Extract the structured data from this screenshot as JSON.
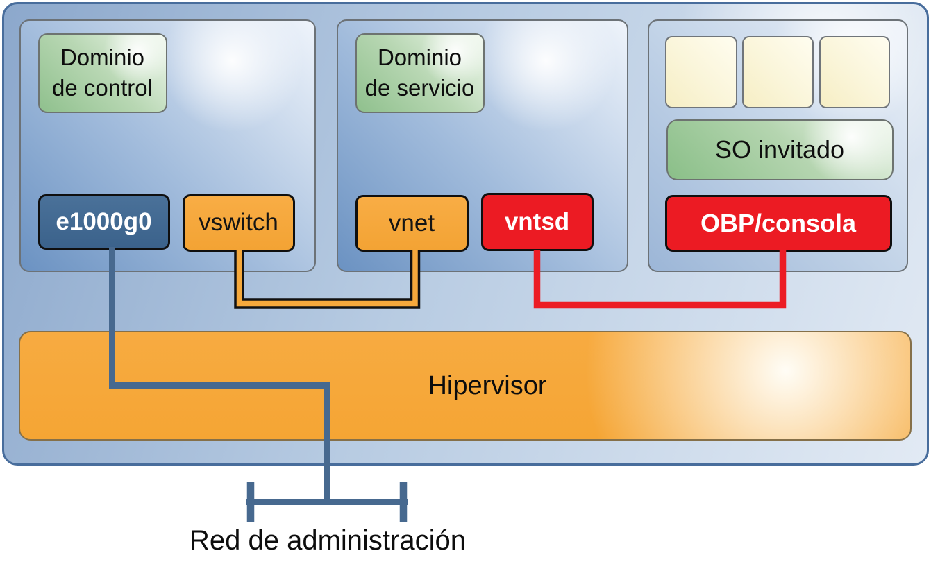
{
  "labels": {
    "control_domain_line1": "Dominio",
    "control_domain_line2": "de control",
    "service_domain_line1": "Dominio",
    "service_domain_line2": "de servicio",
    "guest_os": "SO invitado",
    "e1000g0": "e1000g0",
    "vswitch": "vswitch",
    "vnet": "vnet",
    "vntsd": "vntsd",
    "obp_console": "OBP/consola",
    "hypervisor": "Hipervisor",
    "management_network": "Red de administración"
  },
  "structure": {
    "domains": [
      {
        "name": "Dominio de control",
        "components": [
          "e1000g0",
          "vswitch"
        ]
      },
      {
        "name": "Dominio de servicio",
        "components": [
          "vnet",
          "vntsd"
        ]
      },
      {
        "name": "SO invitado",
        "components": [
          "OBP/consola"
        ],
        "placeholder_squares": 3
      }
    ],
    "connections": [
      {
        "from": "e1000g0",
        "to": "Red de administración",
        "style": "steel-blue line through hypervisor to network bus"
      },
      {
        "from": "vswitch",
        "to": "vnet",
        "style": "orange line with black casing, U-shape below domains"
      },
      {
        "from": "vntsd",
        "to": "OBP/consola",
        "style": "red line, U-shape below domains"
      }
    ]
  },
  "colors": {
    "outer_fill_dark": "#8ca8cc",
    "outer_fill_light": "#e2eaf4",
    "outer_border": "#486d9c",
    "domain_fill_dark": "#6b92c2",
    "domain_fill_light": "#eff4fb",
    "green_fill": "#8fc08d",
    "yellow_fill": "#faf5d9",
    "orange": "#f6a93c",
    "red": "#ec1c24",
    "steel_blue_box": "#41688f",
    "line_blue": "#47698f",
    "hypervisor_orange": "#f6a93f"
  }
}
